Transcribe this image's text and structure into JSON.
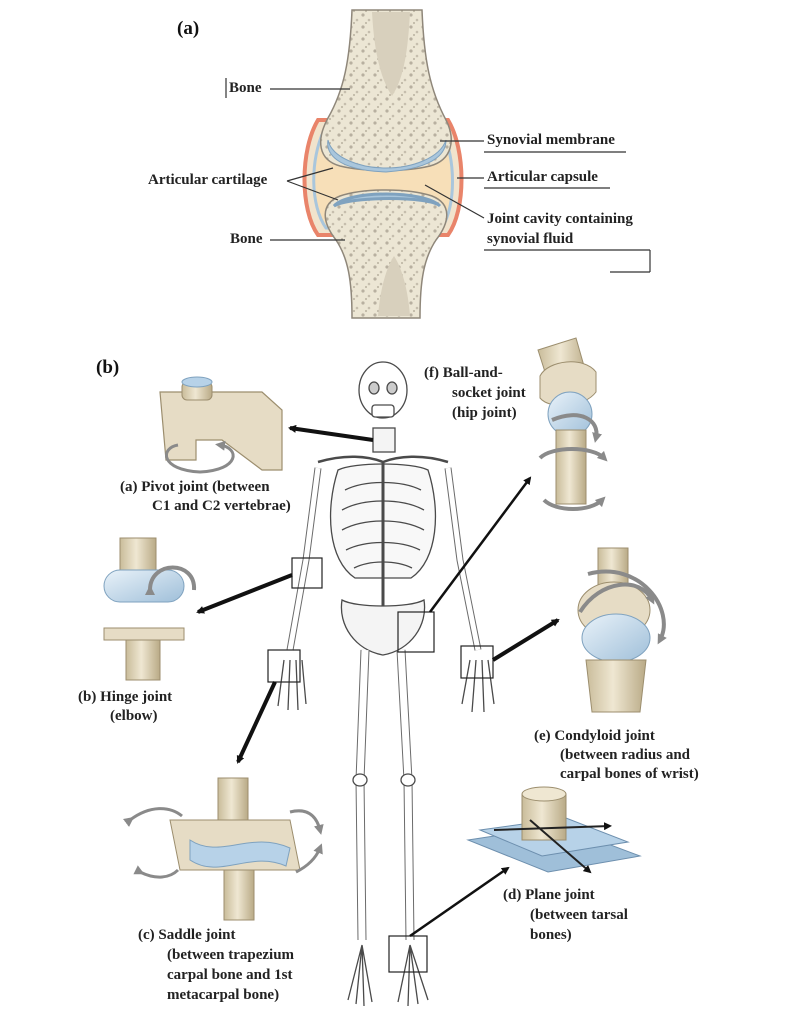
{
  "panel_a": {
    "tag": "(a)",
    "labels": {
      "bone_top": "Bone",
      "bone_bottom": "Bone",
      "articular_cartilage": "Articular cartilage",
      "synovial_membrane": "Synovial membrane",
      "articular_capsule": "Articular capsule",
      "joint_cavity_l1": "Joint cavity containing",
      "joint_cavity_l2": "synovial fluid"
    }
  },
  "panel_b": {
    "tag": "(b)",
    "joints": {
      "pivot": {
        "l1": "(a)  Pivot joint (between",
        "l2": "C1 and C2 vertebrae)"
      },
      "hinge": {
        "l1": "(b)  Hinge joint",
        "l2": "(elbow)"
      },
      "saddle": {
        "l1": "(c)  Saddle joint",
        "l2": "(between trapezium",
        "l3": "carpal bone and 1st",
        "l4": "metacarpal bone)"
      },
      "plane": {
        "l1": "(d)  Plane joint",
        "l2": "(between tarsal",
        "l3": "bones)"
      },
      "condyloid": {
        "l1": "(e)  Condyloid joint",
        "l2": "(between radius and",
        "l3": "carpal bones of wrist)"
      },
      "ball_socket": {
        "l1": "(f)  Ball-and-",
        "l2": "socket joint",
        "l3": "(hip joint)"
      }
    }
  },
  "colors": {
    "bone_fill": "#ece6d4",
    "bone_texture": "#b8b0a0",
    "cartilage": "#a9c6dc",
    "cavity": "#f7dfb8",
    "capsule": "#e9846a",
    "joint_block": "#e6dcc5",
    "joint_shadow": "#b8a884",
    "joint_blue": "#b7d2e8",
    "arrow_black": "#111111",
    "rotation_gray": "#8a8a8a"
  }
}
